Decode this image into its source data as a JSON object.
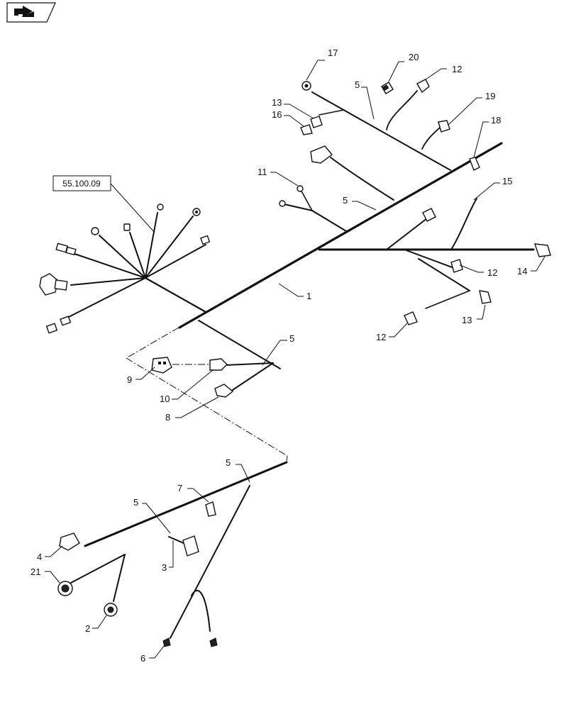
{
  "nav": {
    "icon": "back-arrow-icon"
  },
  "reference": {
    "label": "55.100.09"
  },
  "callouts": {
    "c1": "1",
    "c2": "2",
    "c3": "3",
    "c4": "4",
    "c5a": "5",
    "c5b": "5",
    "c5c": "5",
    "c5d": "5",
    "c5e": "5",
    "c6": "6",
    "c7": "7",
    "c8": "8",
    "c9": "9",
    "c10": "10",
    "c11": "11",
    "c12a": "12",
    "c12b": "12",
    "c12c": "12",
    "c13a": "13",
    "c13b": "13",
    "c14": "14",
    "c15": "15",
    "c16": "16",
    "c17": "17",
    "c18": "18",
    "c19": "19",
    "c20": "20",
    "c21": "21"
  }
}
